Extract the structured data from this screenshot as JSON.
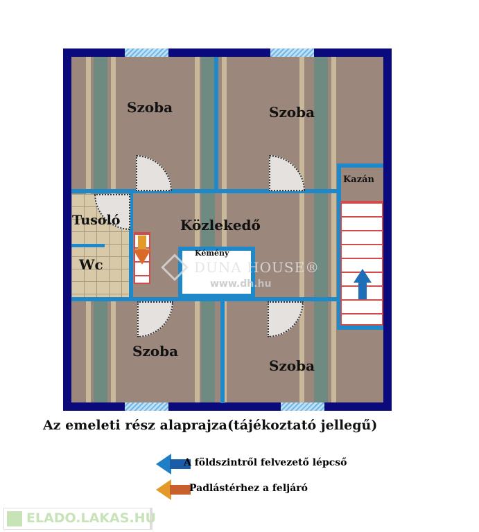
{
  "rooms": {
    "room_top_left": "Szoba",
    "room_top_right": "Szoba",
    "boiler": "Kazán",
    "shower": "Tusoló",
    "wc": "Wc",
    "hallway": "Közlekedő",
    "chimney": "Kémény",
    "room_bottom_left": "Szoba",
    "room_bottom_right": "Szoba"
  },
  "watermark": {
    "brand": "DUNA HOUSE®",
    "url": "www.dh.hu"
  },
  "caption": "Az emeleti rész alaprajza(tájékoztató jellegű)",
  "legend": [
    {
      "label": "A földszintről felvezető lépcső",
      "color": "#1e7fc4"
    },
    {
      "label": "Padlástérhez a feljáró",
      "color": "#e39a2a"
    }
  ],
  "footer_logo": "ELADO.LAKAS.HU",
  "colors": {
    "outer_wall": "#0b0a7c",
    "inner_wall": "#1e88c8",
    "floor": "#9c877c"
  }
}
